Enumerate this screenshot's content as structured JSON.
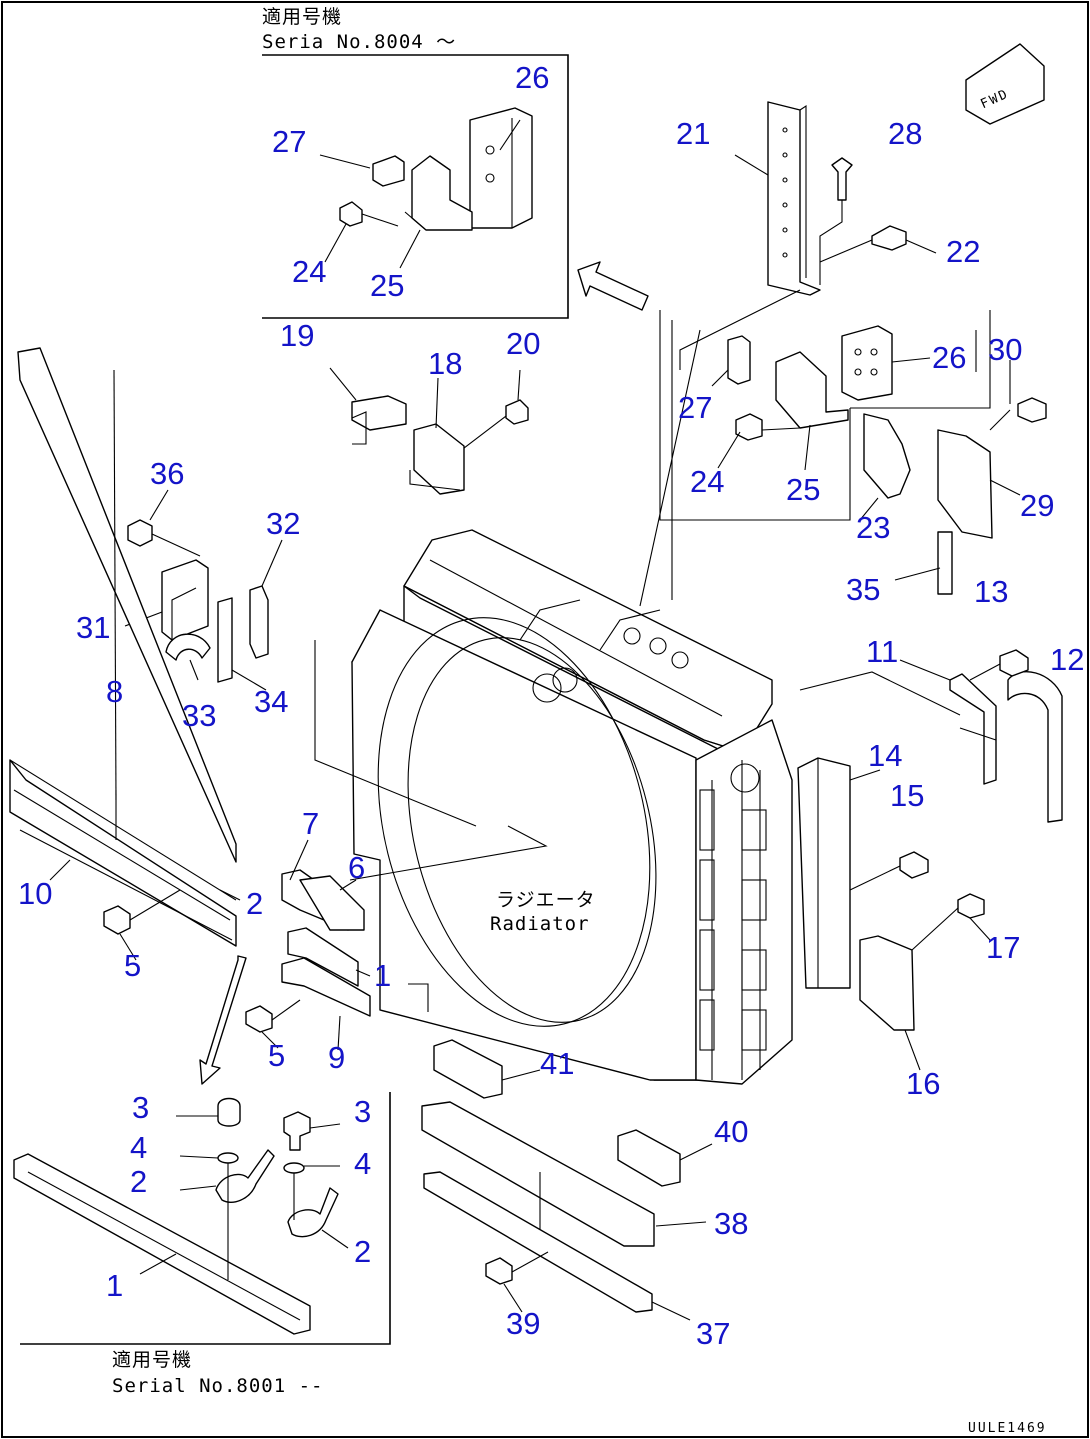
{
  "insets": {
    "top": {
      "heading": "適用号機",
      "serial": "Seria  No.8004 ～"
    },
    "bottom": {
      "heading": "適用号機",
      "serial": "Serial No.8001 --"
    }
  },
  "radiator_label": {
    "ja": "ラジエータ",
    "en": "Radiator"
  },
  "fwd_mark": "FWD",
  "drawing_code": "UULE1469",
  "callouts": {
    "top_26": "26",
    "top_27": "27",
    "top_24": "24",
    "top_25": "25",
    "c21": "21",
    "c28": "28",
    "c22": "22",
    "c19": "19",
    "c18": "18",
    "c20": "20",
    "c26": "26",
    "c30": "30",
    "c27": "27",
    "c24": "24",
    "c25": "25",
    "c23": "23",
    "c29": "29",
    "c36": "36",
    "c32": "32",
    "c31": "31",
    "c33": "33",
    "c34": "34",
    "c35": "35",
    "c13": "13",
    "c11": "11",
    "c12": "12",
    "c14": "14",
    "c15": "15",
    "c8": "8",
    "c7": "7",
    "c6": "6",
    "c10": "10",
    "c2": "2",
    "c5a": "5",
    "c1": "1",
    "c17": "17",
    "c5b": "5",
    "c9": "9",
    "c41": "41",
    "c16": "16",
    "b3a": "3",
    "b3b": "3",
    "b4a": "4",
    "b4b": "4",
    "b2a": "2",
    "b2b": "2",
    "b1": "1",
    "c40": "40",
    "c38": "38",
    "c39": "39",
    "c37": "37"
  }
}
